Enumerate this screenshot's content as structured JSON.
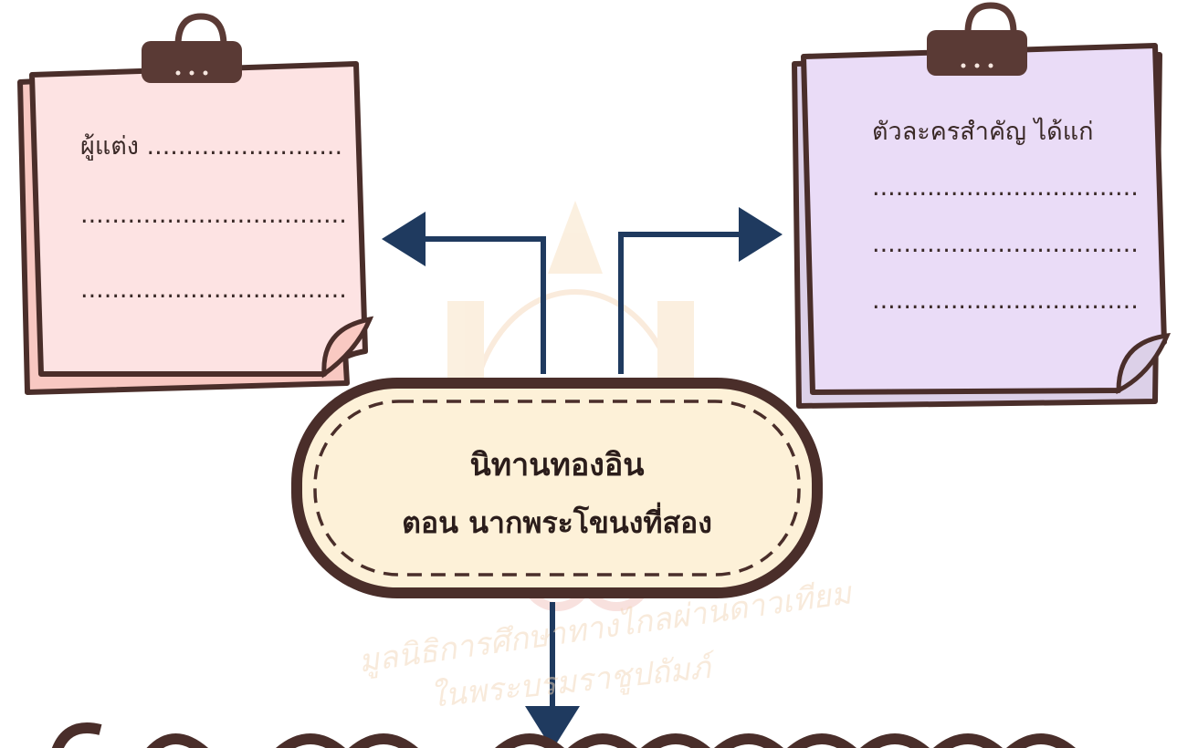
{
  "center_node": {
    "line1": "นิทานทองอิน",
    "line2": "ตอน นากพระโขนงที่สอง"
  },
  "author_note": {
    "label": "ผู้แต่ง .........................",
    "line2": "..................................",
    "line3": ".................................."
  },
  "characters_note": {
    "label": "ตัวละครสำคัญ ได้แก่",
    "line1": "..................................",
    "line2": "..................................",
    "line3": ".................................."
  },
  "watermark": {
    "line1": "มูลนิธิการศึกษาทางไกลผ่านดาวเทียม",
    "line2": "ในพระบรมราชูปถัมภ์"
  },
  "colors": {
    "outline": "#4a2e2a",
    "arrow": "#1f3a5f",
    "pink_note": "#fde3e3",
    "pink_back": "#f8c4c0",
    "purple_note": "#eadcf7",
    "purple_back": "#ddd0ea",
    "center_fill": "#fdf1d8",
    "clip": "#5a3a35",
    "watermark": "#f5d9b5"
  }
}
